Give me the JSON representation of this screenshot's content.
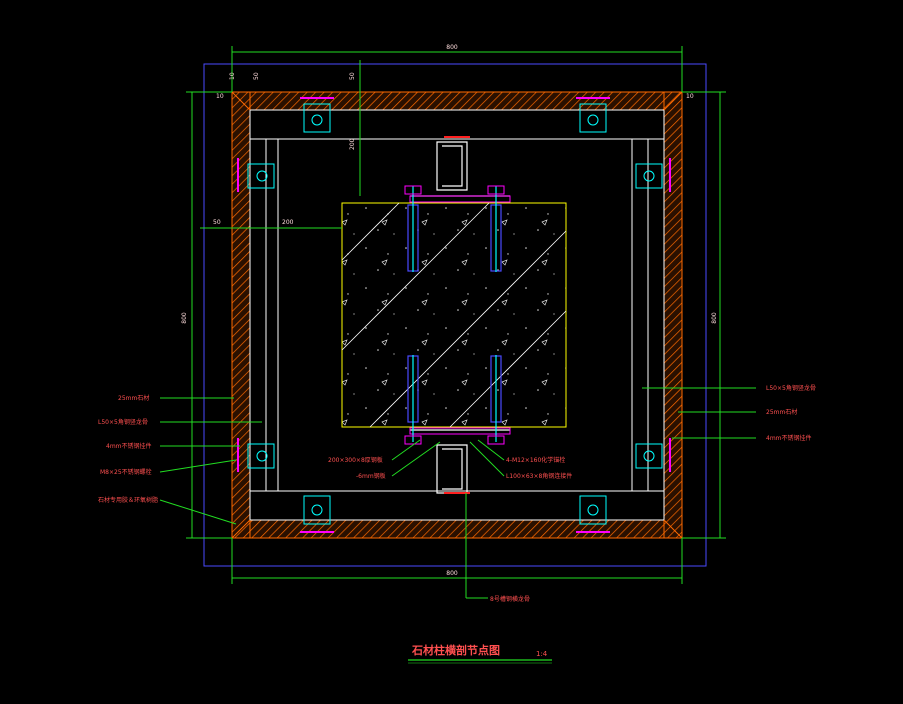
{
  "drawing": {
    "title": "石材柱横剖节点图",
    "scale": "1:4"
  },
  "dimensions": {
    "top_overall": "800",
    "bottom_overall": "800",
    "left_overall": "800",
    "right_overall": "800",
    "top_offset_a": "10",
    "top_offset_b": "50",
    "top_offset_c": "50",
    "left_inner_a": "50",
    "left_inner_b": "200",
    "vertical_inner": "200",
    "corner_tl": "10",
    "corner_tr": "10"
  },
  "callouts_left": [
    "25mm石材",
    "L50×5角钢竖龙骨",
    "4mm不锈钢挂件",
    "M8×25不锈钢螺栓",
    "石材专用胶＆环氧树脂"
  ],
  "callouts_right": [
    "L50×5角钢竖龙骨",
    "25mm石材",
    "4mm不锈钢挂件"
  ],
  "callouts_center": [
    "200×300×8厚钢板",
    "-6mm钢板",
    "4-M12×160化学锚栓",
    "L100×63×8角钢连接件",
    "8号槽钢横龙骨"
  ],
  "colors": {
    "background": "#000000",
    "outline": "#4a4aff",
    "stone_hatch": "#ff6a00",
    "magenta": "#ff00ff",
    "cyan": "#00ffff",
    "green_text": "#00ff00",
    "yellow": "#ffff00",
    "white": "#ffffff",
    "red": "#ff2020",
    "dim_green": "#22dd22"
  }
}
